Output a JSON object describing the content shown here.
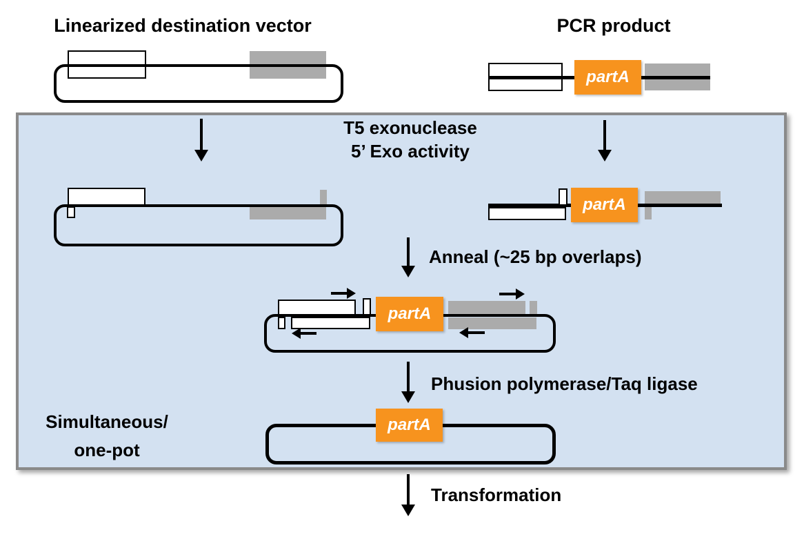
{
  "colors": {
    "orange": "#F7931E",
    "gray": "#ABABAB",
    "panel_bg": "#D3E1F1",
    "panel_border": "#8A8A8A",
    "ink": "#000000"
  },
  "top": {
    "vector_title": "Linearized destination vector",
    "pcr_title": "PCR product"
  },
  "part_label": "partA",
  "steps": {
    "exo_line1": "T5 exonuclease",
    "exo_line2": "5’ Exo activity",
    "anneal": "Anneal (~25 bp overlaps)",
    "ligate": "Phusion polymerase/Taq ligase",
    "transform": "Transformation"
  },
  "panel": {
    "label_line1": "Simultaneous/",
    "label_line2": "one-pot"
  }
}
